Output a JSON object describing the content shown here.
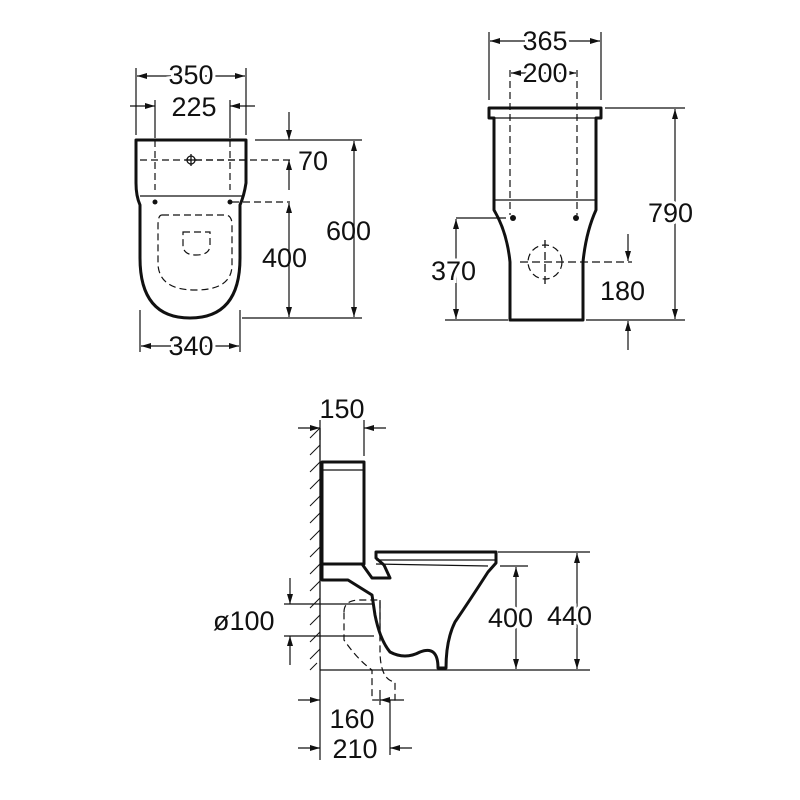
{
  "top_view": {
    "width_outer": "350",
    "width_fixings": "225",
    "fixing_offset": "70",
    "fixing_to_front": "400",
    "depth_total": "600",
    "bowl_width": "340"
  },
  "front_view": {
    "width_cistern": "365",
    "width_fixings": "200",
    "height_total": "790",
    "outlet_height": "370",
    "outlet_center": "180"
  },
  "side_view": {
    "wall_to_cistern": "150",
    "pipe_diameter": "ø100",
    "rim_height_bowl": "400",
    "seat_height": "440",
    "outlet_to_wall_min": "160",
    "outlet_to_wall_max": "210"
  }
}
